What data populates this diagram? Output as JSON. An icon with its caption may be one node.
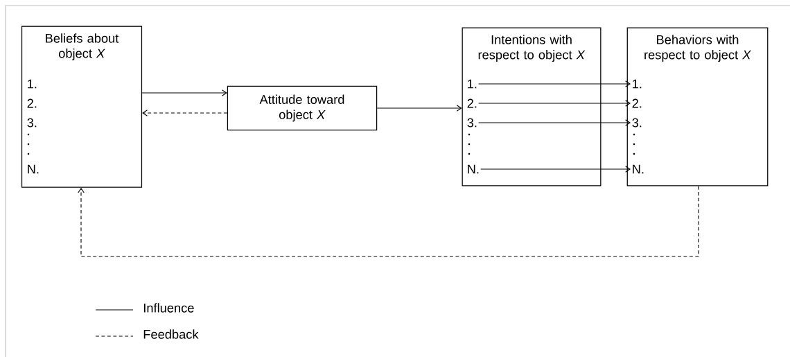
{
  "diagram": {
    "nodes": [
      {
        "text": [
          "Beliefs about object *X*",
          "1.",
          "2.",
          "3.",
          "N."
        ]
      },
      {
        "text": [
          "Attitude toward object *X*"
        ]
      },
      {
        "text": [
          "Intentions with respect to object *X*"
        ]
      },
      {
        "text": [
          "1."
        ],
        "in": 2
      },
      {
        "text": [
          "2."
        ],
        "in": 2
      },
      {
        "text": [
          "3."
        ],
        "in": 2
      },
      {
        "text": [
          "N."
        ],
        "in": 2
      },
      {
        "text": [
          "Behaviors with respect to object *X*"
        ]
      },
      {
        "text": [
          "1."
        ],
        "in": 7
      },
      {
        "text": [
          "2."
        ],
        "in": 7
      },
      {
        "text": [
          "3."
        ],
        "in": 7
      },
      {
        "text": [
          "N."
        ],
        "in": 7
      }
    ],
    "edges": [
      {
        "from": 0,
        "to": 1,
        "arrow": "to"
      },
      {
        "from": 1,
        "to": 0,
        "arrow": "to",
        "style": "dashed"
      },
      {
        "from": 1,
        "to": 2,
        "arrow": "to"
      },
      {
        "from": 3,
        "to": 8,
        "arrow": "to"
      },
      {
        "from": 4,
        "to": 9,
        "arrow": "to"
      },
      {
        "from": 5,
        "to": 10,
        "arrow": "to"
      },
      {
        "from": 6,
        "to": 11,
        "arrow": "to"
      },
      {
        "from": 7,
        "to": 0,
        "arrow": "to",
        "style": "dashed"
      }
    ],
    "legend": [
      {
        "text": "Influence"
      },
      {
        "text": "Feedback"
      }
    ]
  }
}
